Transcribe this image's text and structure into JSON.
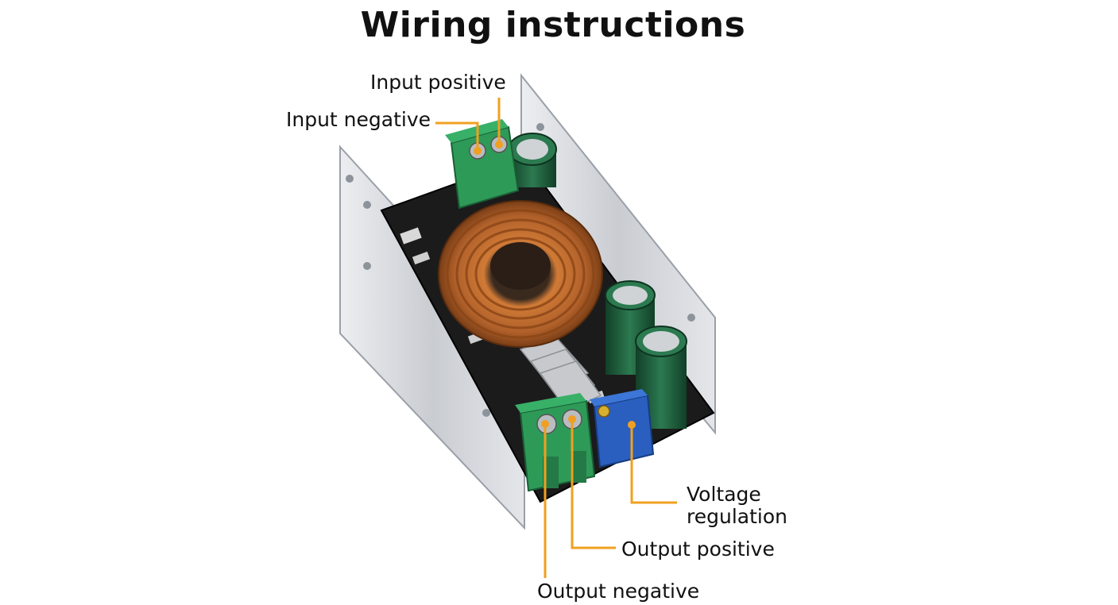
{
  "title": "Wiring instructions",
  "labels": {
    "input_positive": "Input positive",
    "input_negative": "Input negative",
    "voltage_regulation_line1": "Voltage",
    "voltage_regulation_line2": "regulation",
    "output_positive": "Output positive",
    "output_negative": "Output negative"
  },
  "colors": {
    "leader_line": "#f0a020",
    "terminal_block": "#2e9a58",
    "pcb": "#1b1b1b",
    "heatsink_case": "#d2d4d8",
    "copper_coil": "#b8652a",
    "capacitor": "#1f5a3a",
    "potentiometer": "#2a5fbf"
  }
}
